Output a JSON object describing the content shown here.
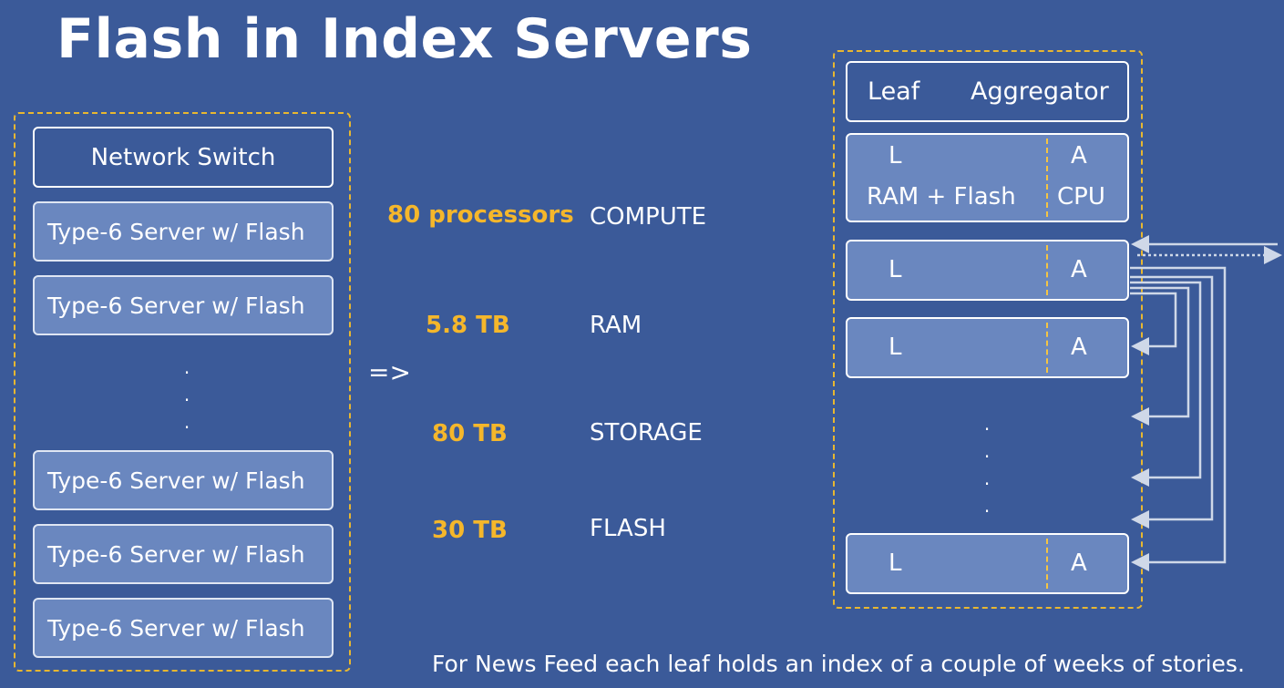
{
  "title": "Flash in Index Servers",
  "rack": {
    "switch_label": "Network Switch",
    "servers_top": [
      "Type-6 Server w/ Flash",
      "Type-6 Server w/ Flash"
    ],
    "servers_bottom": [
      "Type-6 Server w/ Flash",
      "Type-6 Server w/ Flash",
      "Type-6 Server w/ Flash"
    ],
    "ellipsis": [
      ".",
      ".",
      "."
    ]
  },
  "arrow": "=>",
  "stats": [
    {
      "value": "80 processors",
      "label": "COMPUTE"
    },
    {
      "value": "5.8 TB",
      "label": "RAM"
    },
    {
      "value": "80 TB",
      "label": "STORAGE"
    },
    {
      "value": "30 TB",
      "label": "FLASH"
    }
  ],
  "cluster": {
    "header_leaf": "Leaf",
    "header_aggregator": "Aggregator",
    "legend_l": "L",
    "legend_a": "A",
    "legend_ram_flash": "RAM + Flash",
    "legend_cpu": "CPU",
    "nodes": [
      {
        "l": "L",
        "a": "A"
      },
      {
        "l": "L",
        "a": "A"
      },
      {
        "l": "L",
        "a": "A"
      }
    ],
    "ellipsis": [
      ".",
      ".",
      ".",
      "."
    ]
  },
  "footer": "For News Feed each leaf holds an index of a couple of weeks of stories.",
  "colors": {
    "background": "#3b5a99",
    "accent": "#f5b72b",
    "node_fill": "#6a87bf",
    "frame_dash": "#e8b730",
    "wire": "#cfd8e8"
  }
}
